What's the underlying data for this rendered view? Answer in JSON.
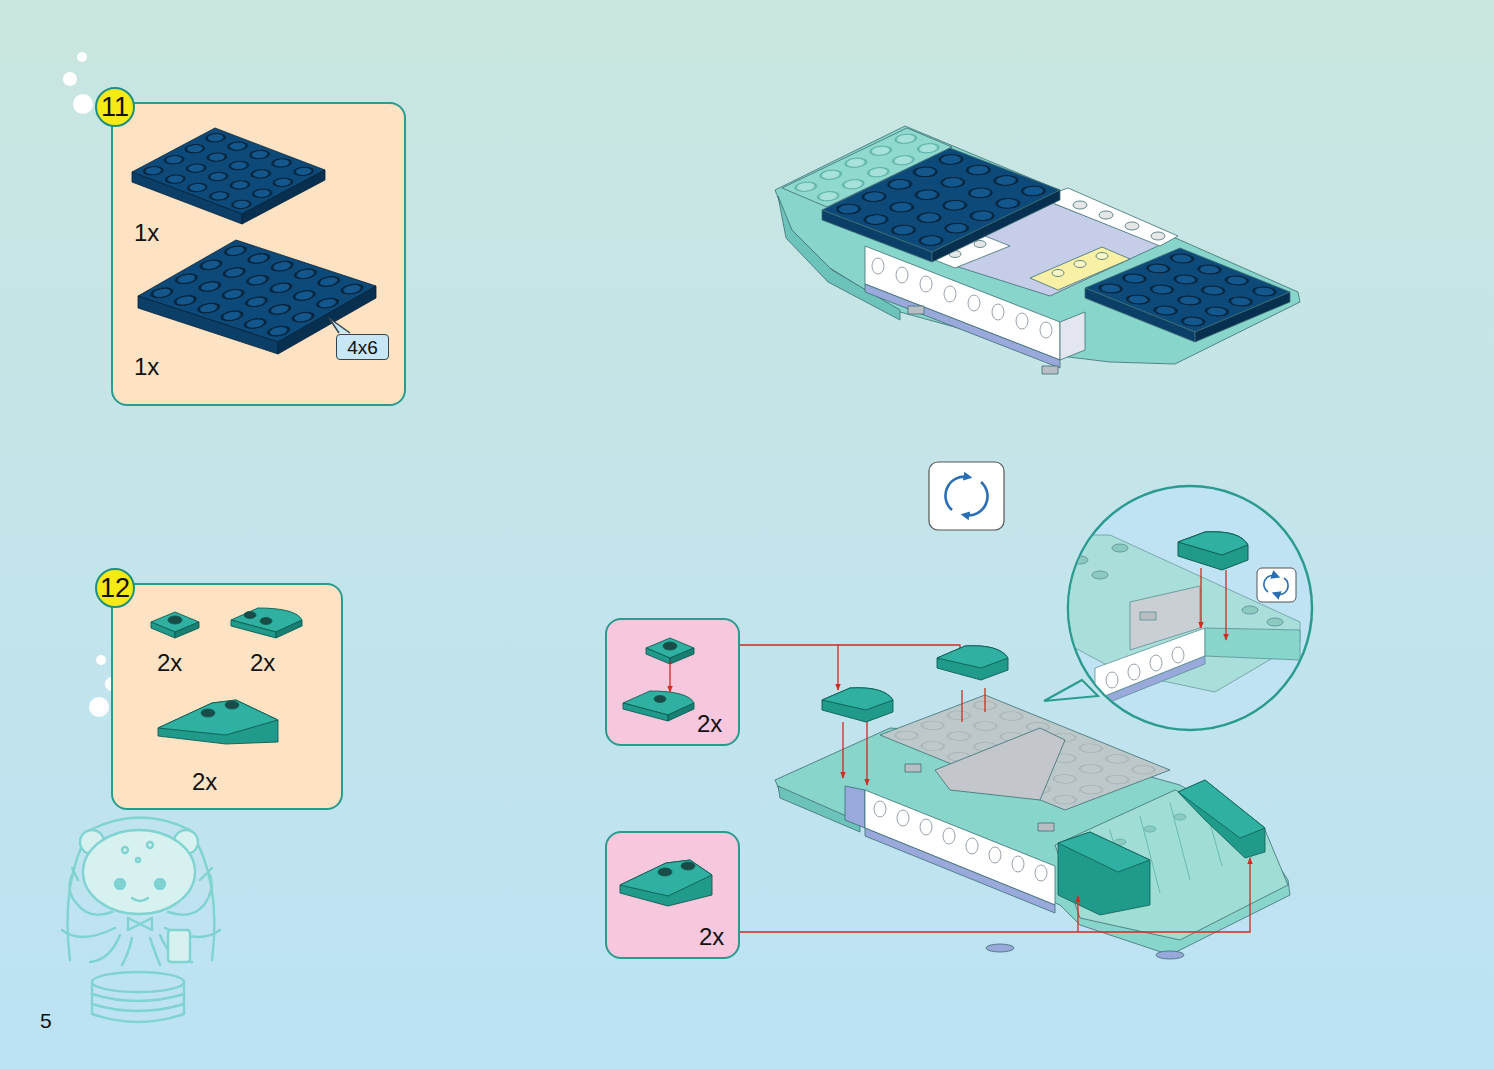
{
  "diagram": {
    "nodes": [
      {
        "text": [
          "11"
        ]
      },
      {
        "text": [
          "1x",
          "1x"
        ]
      },
      {
        "text": [
          "4x6"
        ],
        "in": 1
      },
      {
        "text": [
          "12"
        ]
      },
      {
        "text": [
          "2x",
          "2x",
          "2x"
        ]
      },
      {
        "text": [
          "2x"
        ]
      },
      {
        "text": [
          "2x"
        ]
      }
    ],
    "labels": [
      "5"
    ]
  }
}
